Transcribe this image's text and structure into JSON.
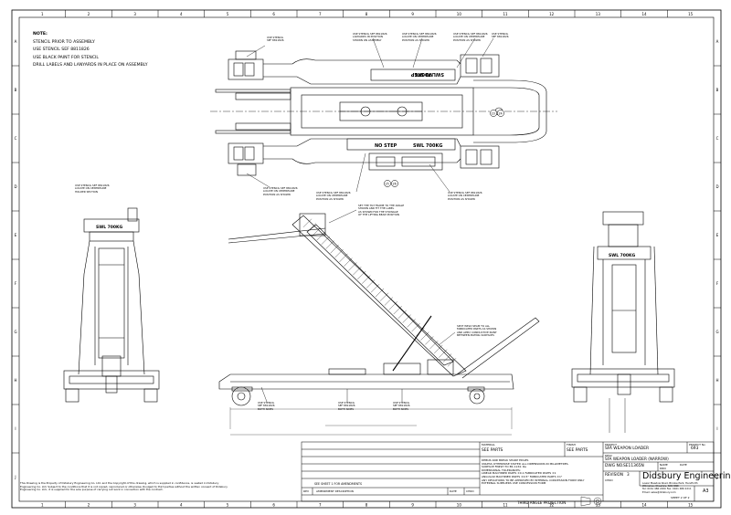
{
  "border": {
    "columns": [
      "1",
      "2",
      "3",
      "4",
      "5",
      "6",
      "7",
      "8",
      "9",
      "10",
      "11",
      "12",
      "13",
      "14",
      "15"
    ],
    "rows": [
      "A",
      "B",
      "C",
      "D",
      "E",
      "F",
      "G",
      "H",
      "I",
      "J"
    ]
  },
  "notes": {
    "heading": "NOTE:",
    "items": [
      "STENCIL PRIOR TO ASSEMBLY",
      "USE STENCIL SEF 8811826",
      "USE BLACK PAINT FOR STENCIL",
      "DRILL LABELS AND LANYARDS IN PLACE ON ASSEMBLY"
    ]
  },
  "stencils": {
    "no_step": "NO STEP",
    "swl": "SWL 700KG"
  },
  "callouts": {
    "top_left": "USE STENCIL\nSEF 8811826",
    "top_mid1": "USE STENCIL SEF 8811826\nLANYARDS IN POSITION\nSHOWN ON ASSEMBLY",
    "top_mid2": "USE STENCIL SEF 8811826\nLOCATE ON CENTRELINE\nPOSITION AS SHOWN",
    "top_mid3": "USE STENCIL SEF 8811826\nLOCATE ON CENTRELINE\nPOSITION AS SHOWN",
    "top_right": "USE STENCIL\nSEF 8811826",
    "bot_left": "USE STENCIL SEF 8811826\nLOCATE ON CENTRELINE\nPOSITION AS SHOWN",
    "bot_mid": "USE STENCIL SEF 8811826\nLOCATE ON CENTRELINE\nPOSITION AS SHOWN",
    "side_left": "USE STENCIL SEF 8811826\nLOCATE ON CENTRELINE\nHOLDER SECTION",
    "side_top": "SET THE TILT FRAME TO THE ANGLE\nSHOWN AND FIT THE LABEL\nAS SHOWN FOR THE STOWAGE\nOF THE LIFTING BEAM POSITION",
    "side_right": "SPOT WELD SEAM TO ALL\nFABRICATED PARTS AS SHOWN\nAND APPLY CONDUCTIVE PAINT\nBETWEEN MATING SURFACES",
    "side_bottom1": "USE STENCIL\nSEF 8811826\nBOTH SIDES",
    "side_bottom2": "USE STENCIL\nSEF 8811826\nBOTH SIDES",
    "side_bottom3": "USE STENCIL\nSEF 8811826\nBOTH SIDES"
  },
  "balloons": [
    "23",
    "24",
    "25",
    "26"
  ],
  "title_block": {
    "material_label": "MATERIAL",
    "material_value": "SEE PARTS",
    "finish_label": "FINISH",
    "finish_value": "SEE PARTS",
    "tolerances": "DEBUR AND BREAK SHARP EDGES\nUNLESS OTHERWISE STATED ALL DIMENSIONS IN MILLIMETRES.\nSURFACE FINISH TO BS 1134: Ra\nDIMENSIONAL TOLERANCES:\nLINEAR    MACHINED PARTS ±0.1   FABRICATED PARTS ±1\nANGULAR  MACHINED PARTS ±0.5°  FABRICATED PARTS ±1°\nANY DEVIATIONS TO BE APPROVED BY INTERNAL CONCESSION FORM ONLY\nEXTERNAL SUPPLIERS USE CONCESSION FORM",
    "see_sheet": "SEE SHEET 1 FOR AMENDMENTS",
    "rev_header": "REV",
    "amendment_header": "AMENDMENT DESCRIPTION",
    "date_header": "DATE",
    "chkd_header": "CHKD",
    "projection": "THIRD ANGLE PROJECTION",
    "project_label": "PROJECT",
    "project_value": "SFA WEAPON LOADER",
    "project_no_label": "PROJECT No",
    "project_no_value": "693",
    "desc_label": "DESC",
    "desc_value": "SFA WEAPON LOADER (NARROW)",
    "dwg_label": "DWG NO.",
    "dwg_value": "SE11365N",
    "revision_label": "REVISION",
    "revision_value": "3",
    "name_label": "NAME",
    "date_label": "DATE",
    "drn_label": "DRN",
    "chkd_label": "CHKD",
    "company": "Didsbury Engineering",
    "address": "Lower Meadow Road, Brooke Park, Handforth\nWilmslow, Cheshire, SK9 3ND\nTel: 0161 486 2200   Fax: 0161 486 2211\nEmail: sales@didsbury.com",
    "sheet_label": "SHEET 2 OF 2",
    "size": "A3"
  },
  "copyright": "This Drawing is the Property of Didsbury Engineering Co. Ltd. and the Copyright of this drawing, which is supplied in confidence, is vested in Didsbury Engineering Co. Ltd. Subject to the conditions that it is not copied, reproduced or otherwise divulged to third parties without the written consent of Didsbury Engineering Co. Ltd., it is supplied for the sole purpose of carrying out work in connection with the contract."
}
